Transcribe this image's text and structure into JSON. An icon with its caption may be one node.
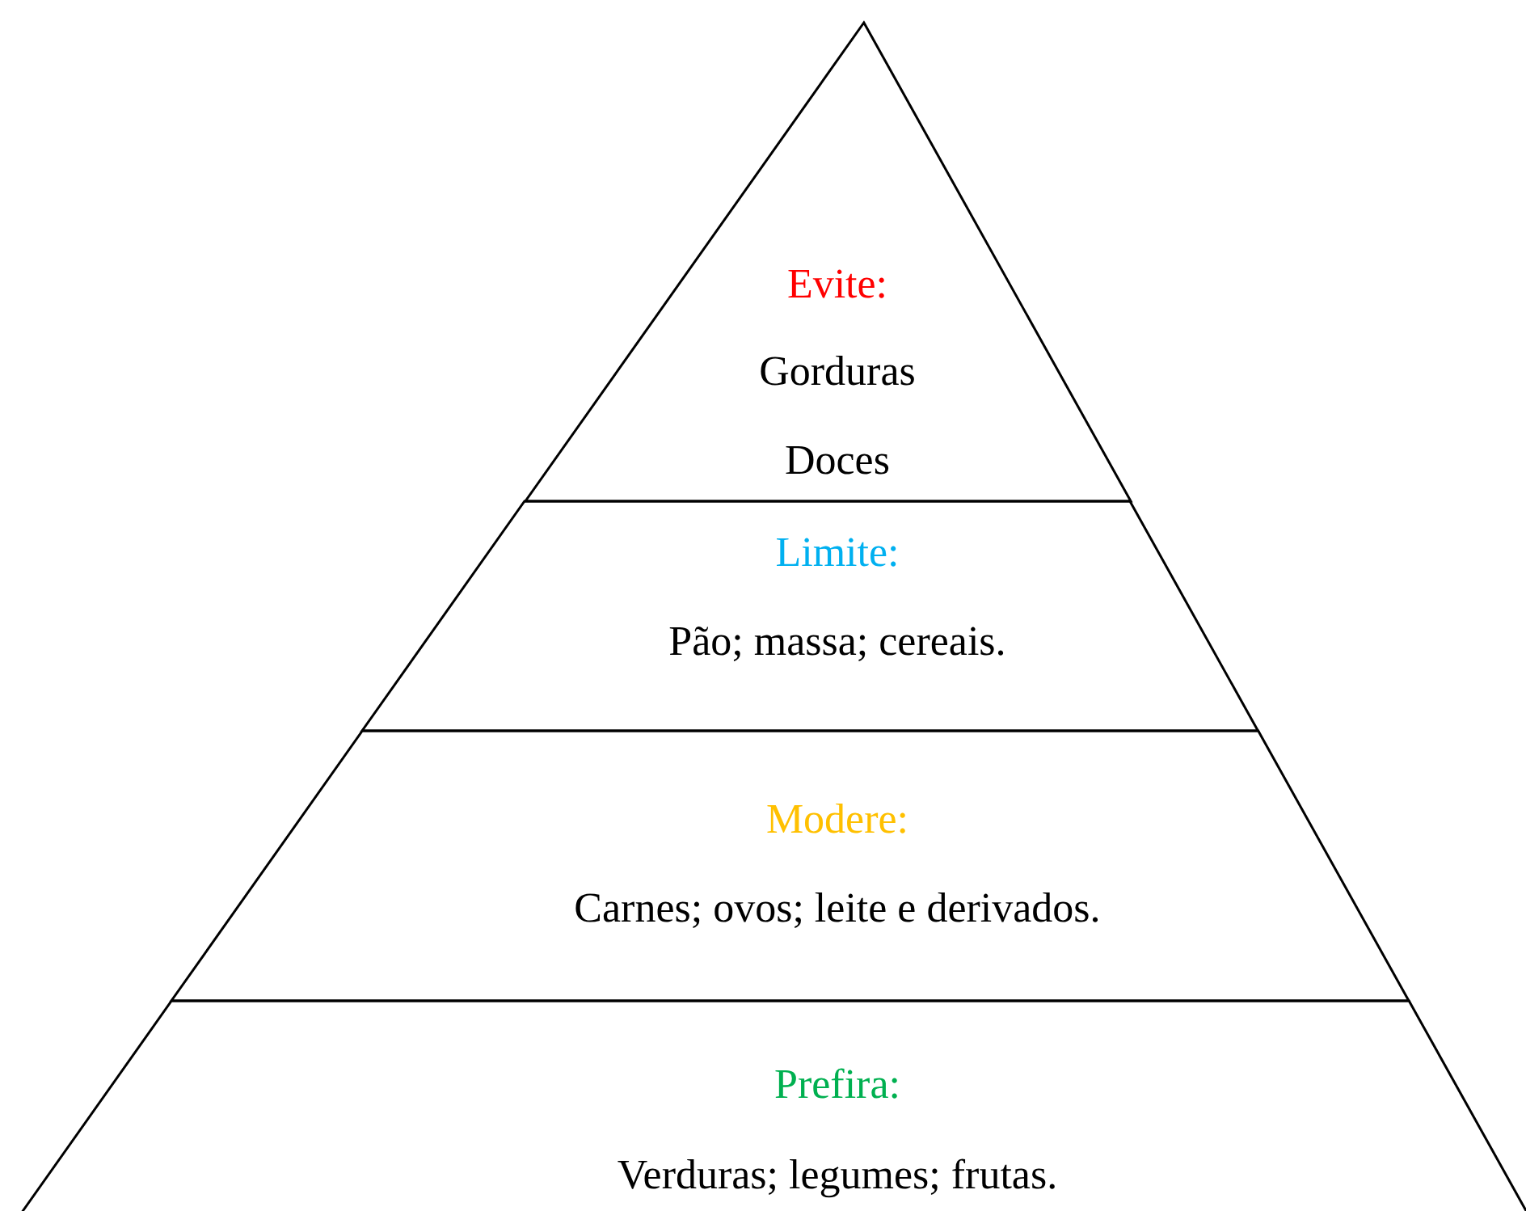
{
  "diagram": {
    "nodes": [
      {
        "text": [
          "Evite:",
          "Gorduras",
          "Doces"
        ]
      },
      {
        "text": [
          "Limite:",
          "Pão; massa; cereais."
        ]
      },
      {
        "text": [
          "Modere:",
          "Carnes; ovos; leite e derivados."
        ]
      },
      {
        "text": [
          "Prefira:",
          "Verduras; legumes; frutas."
        ]
      }
    ]
  }
}
